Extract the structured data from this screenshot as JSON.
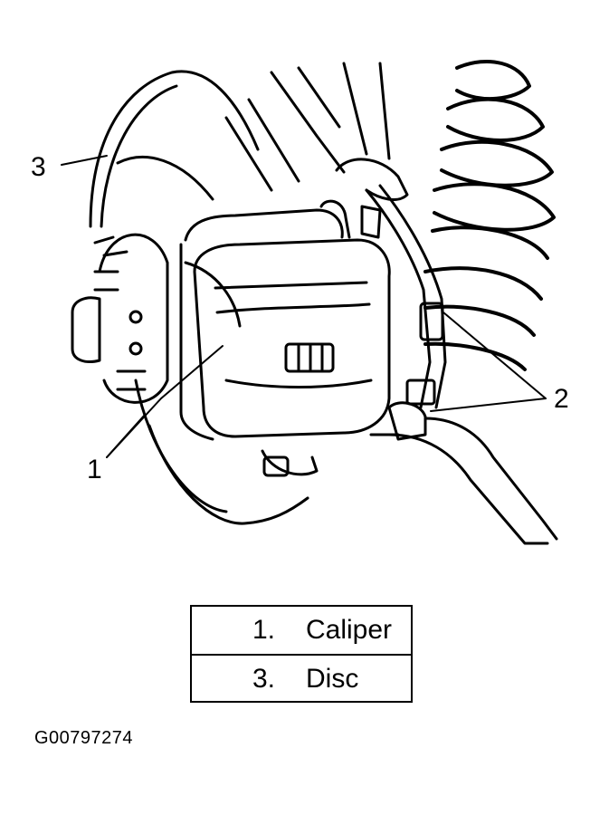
{
  "callouts": {
    "c1": "1",
    "c2": "2",
    "c3": "3"
  },
  "legend": {
    "rows": [
      {
        "number": "1.",
        "label": "Caliper"
      },
      {
        "number": "3.",
        "label": "Disc"
      }
    ]
  },
  "figure_id": "G00797274"
}
